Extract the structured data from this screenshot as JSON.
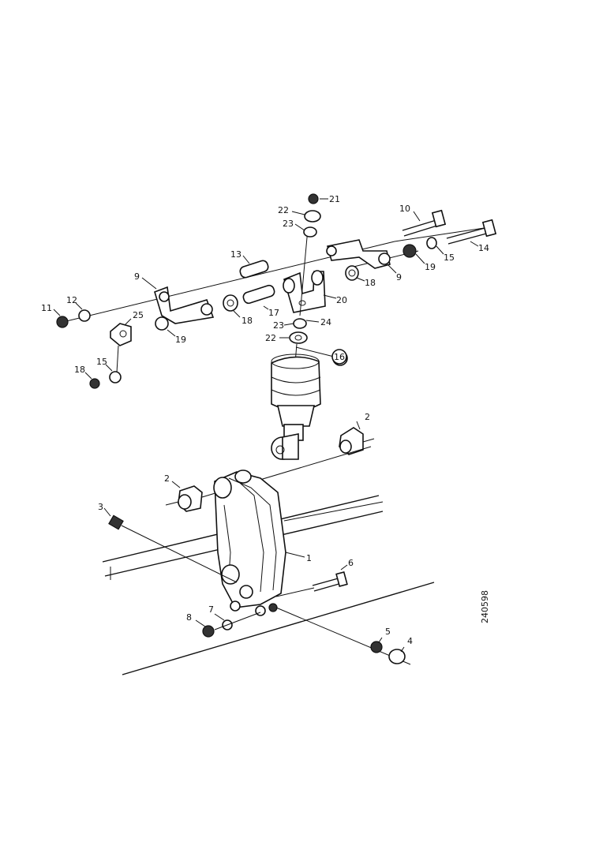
{
  "drawing_number": "240598",
  "callouts": {
    "c1": "1",
    "c2a": "2",
    "c2b": "2",
    "c3": "3",
    "c4": "4",
    "c5": "5",
    "c6": "6",
    "c7": "7",
    "c8": "8",
    "c9a": "9",
    "c9b": "9",
    "c10": "10",
    "c11": "11",
    "c12": "12",
    "c13": "13",
    "c14": "14",
    "c15a": "15",
    "c15b": "15",
    "c16": "16",
    "c17": "17",
    "c18a": "18",
    "c18b": "18",
    "c19a": "19",
    "c19b": "19",
    "c20": "20",
    "c21": "21",
    "c22a": "22",
    "c22b": "22",
    "c23a": "23",
    "c23b": "23",
    "c24": "24",
    "c25": "25"
  }
}
